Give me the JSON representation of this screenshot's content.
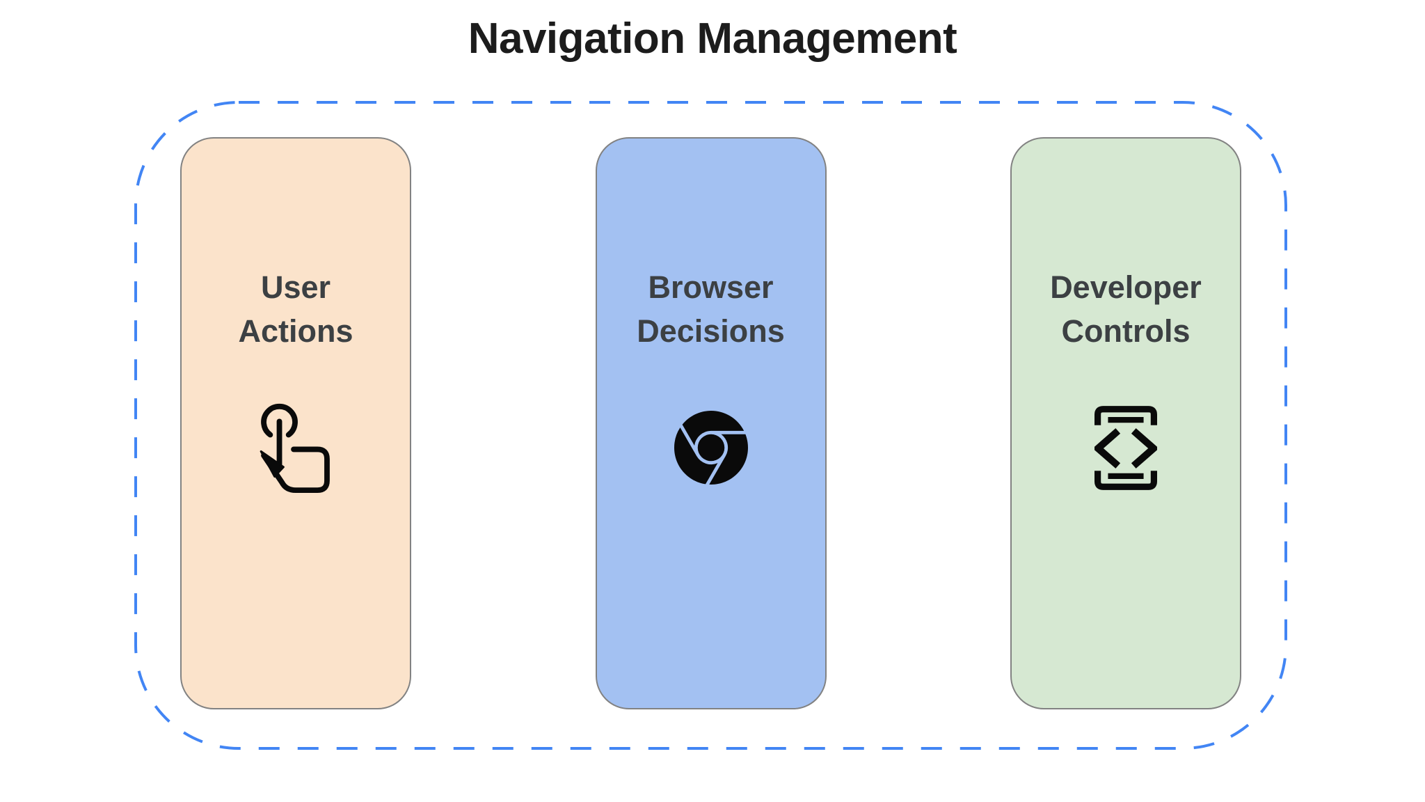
{
  "title": "Navigation Management",
  "diagram": {
    "boundary_border_color": "#4285F4",
    "card_border_color": "#828282",
    "label_color": "#3C4043",
    "title_color": "#1C1C1C",
    "icon_color": "#0A0A0A",
    "cards": [
      {
        "name": "user-actions",
        "lines": [
          "User",
          "Actions"
        ],
        "bg": "#FBE3CB",
        "icon": "tap-gesture-icon"
      },
      {
        "name": "browser-decisions",
        "lines": [
          "Browser",
          "Decisions"
        ],
        "bg": "#A3C1F2",
        "icon": "chrome-icon"
      },
      {
        "name": "developer-controls",
        "lines": [
          "Developer",
          "Controls"
        ],
        "bg": "#D6E8D2",
        "icon": "developer-mode-icon"
      }
    ]
  }
}
